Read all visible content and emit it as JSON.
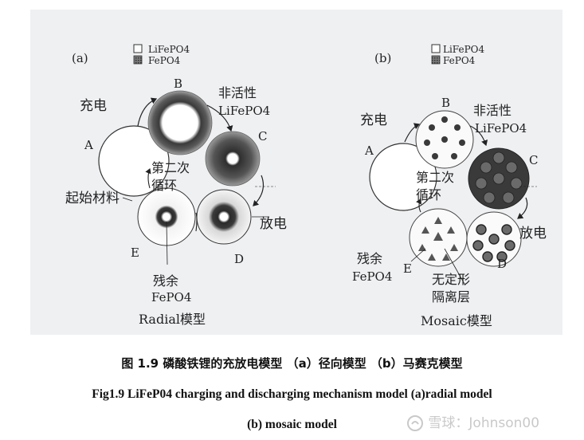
{
  "legend": {
    "light": "LiFePO4",
    "dark": "FePO4"
  },
  "colors": {
    "panel": "#eef0f2",
    "ink": "#222222",
    "dark_ring": "#4a4a4a",
    "mid_ring": "#8a8a8a"
  },
  "panel_a": {
    "tag": "(a)",
    "labels": {
      "A": "A",
      "B": "B",
      "C": "C",
      "D": "D",
      "E": "E"
    },
    "charge": "充电",
    "inactive_line1": "非活性",
    "inactive_line2": "LiFePO4",
    "second_cycle_line1": "第二次",
    "second_cycle_line2": "循环",
    "start_material": "起始材料",
    "discharge": "放电",
    "residual_line1": "残余",
    "residual_line2": "FePO4",
    "model": "Radial模型"
  },
  "panel_b": {
    "tag": "(b)",
    "labels": {
      "A": "A",
      "B": "B",
      "C": "C",
      "D": "D",
      "E": "E"
    },
    "charge": "充电",
    "inactive_line1": "非活性",
    "inactive_line2": "LiFePO4",
    "second_cycle_line1": "第二次",
    "second_cycle_line2": "循环",
    "discharge": "放电",
    "residual_line1": "残余",
    "residual_line2": "FePO4",
    "amorphous_line1": "无定形",
    "amorphous_line2": "隔离层",
    "model": "Mosaic模型"
  },
  "caption_cn": "图 1.9 磷酸铁锂的充放电模型 （a）径向模型 （b）马赛克模型",
  "caption_en_line1": "Fig1.9 LiFeP04 charging and discharging mechanism model (a)radial model",
  "caption_en_line2": "(b) mosaic model",
  "watermark": "雪球：Johnson00"
}
